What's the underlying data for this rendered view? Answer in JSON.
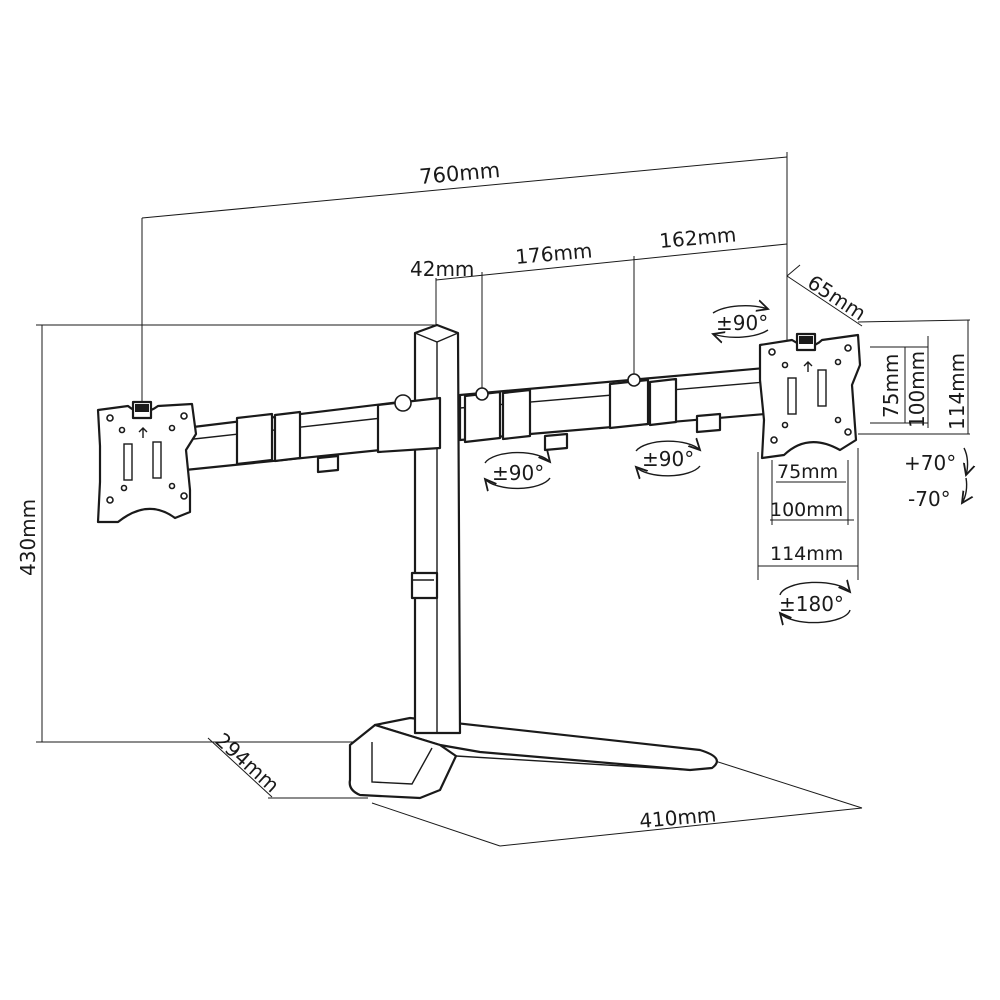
{
  "dimensions": {
    "total_width": "760mm",
    "post_offset": "42mm",
    "arm_inner": "176mm",
    "arm_outer": "162mm",
    "plate_depth": "65mm",
    "height": "430mm",
    "base_depth": "294mm",
    "base_width": "410mm",
    "vesa_v_75": "75mm",
    "vesa_v_100": "100mm",
    "vesa_v_114": "114mm",
    "vesa_h_75": "75mm",
    "vesa_h_100": "100mm",
    "vesa_h_114": "114mm"
  },
  "rotations": {
    "swivel_head": "±90°",
    "swivel_arm_1": "±90°",
    "swivel_arm_2": "±90°",
    "tilt_up": "+70°",
    "tilt_down": "-70°",
    "rotate": "±180°"
  },
  "colors": {
    "line": "#1a1a1a",
    "background": "#ffffff"
  }
}
